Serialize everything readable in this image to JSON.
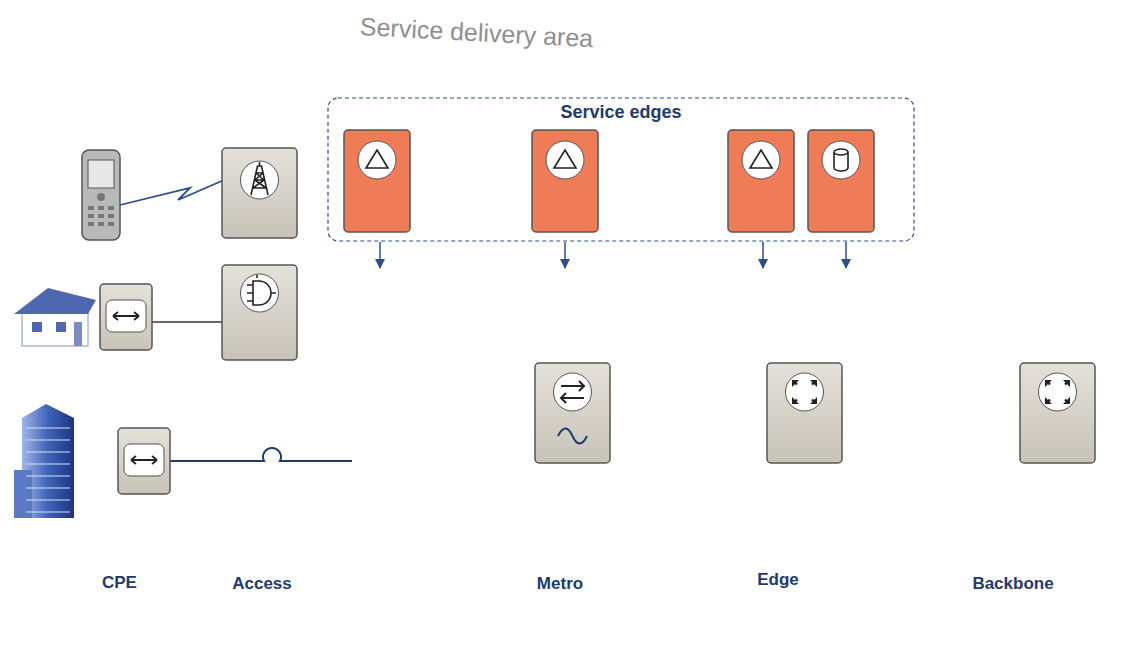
{
  "diagram": {
    "nodes": [
      {
        "text": [
          "Service delivery area"
        ]
      },
      {
        "text": [
          "Service edges"
        ],
        "in": 0
      },
      {
        "text": [
          "Access"
        ],
        "in": 0
      },
      {
        "text": [
          "Metro"
        ],
        "in": 0
      },
      {
        "text": [
          "Edge"
        ],
        "in": 0
      },
      {
        "text": [
          "Backbone"
        ]
      }
    ],
    "edges": [
      {
        "from": 1,
        "to": 2,
        "arrow": "to"
      },
      {
        "from": 1,
        "to": 3,
        "arrow": "to"
      },
      {
        "from": 1,
        "to": 4,
        "arrow": "to"
      },
      {
        "from": 1,
        "to": 4,
        "arrow": "to"
      }
    ],
    "labels": [
      "CPE"
    ]
  }
}
